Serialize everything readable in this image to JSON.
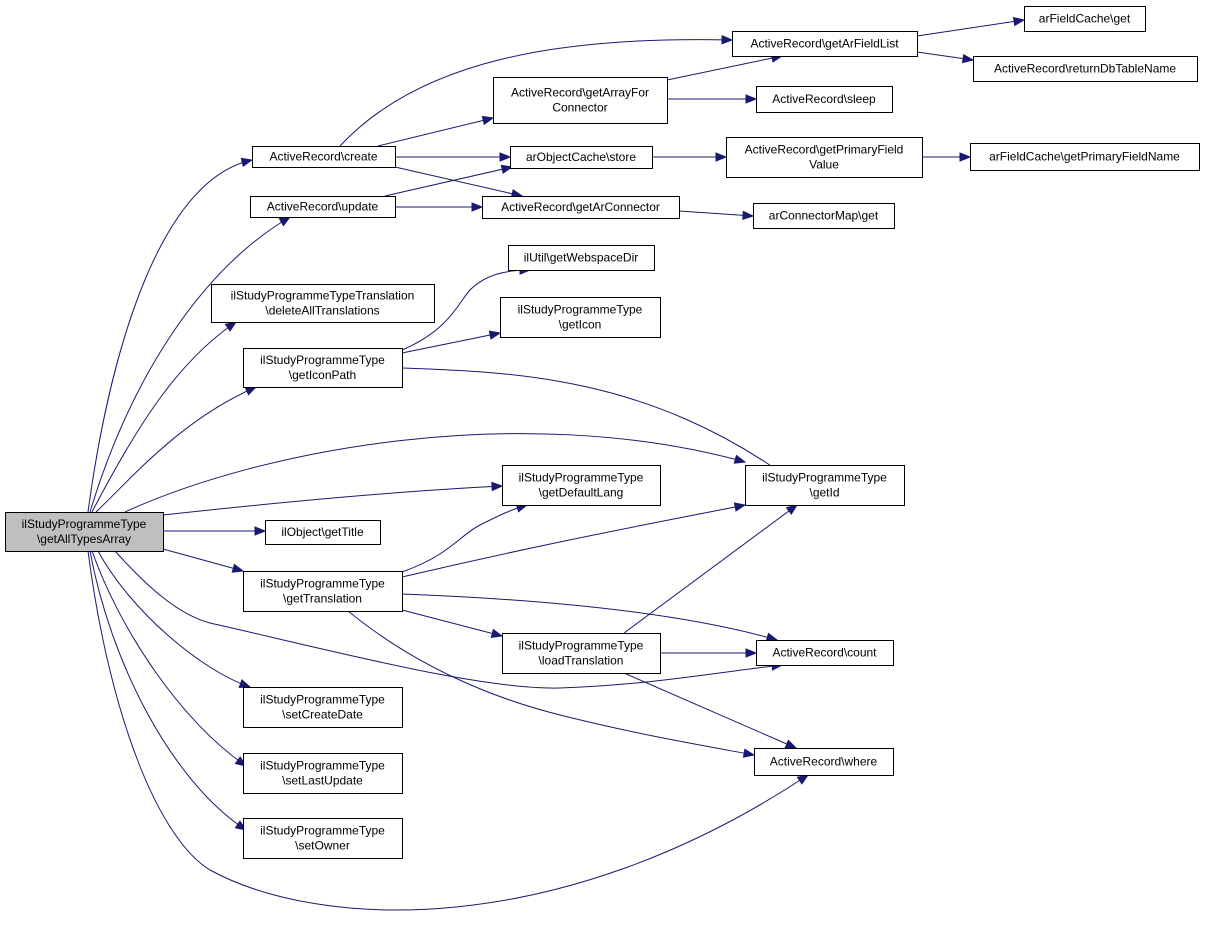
{
  "diagram": {
    "type": "call-graph",
    "colors": {
      "edge": "#191970",
      "root_fill": "#bfbfbf",
      "node_fill": "#ffffff",
      "node_border": "#000000"
    },
    "nodes": [
      {
        "id": "root",
        "lines": [
          "ilStudyProgrammeType",
          "\\getAllTypesArray"
        ]
      },
      {
        "id": "create",
        "lines": [
          "ActiveRecord\\create"
        ]
      },
      {
        "id": "update",
        "lines": [
          "ActiveRecord\\update"
        ]
      },
      {
        "id": "delAll",
        "lines": [
          "ilStudyProgrammeTypeTranslation",
          "\\deleteAllTranslations"
        ]
      },
      {
        "id": "getIconPath",
        "lines": [
          "ilStudyProgrammeType",
          "\\getIconPath"
        ]
      },
      {
        "id": "getTitle",
        "lines": [
          "ilObject\\getTitle"
        ]
      },
      {
        "id": "getTranslation",
        "lines": [
          "ilStudyProgrammeType",
          "\\getTranslation"
        ]
      },
      {
        "id": "setCreateDate",
        "lines": [
          "ilStudyProgrammeType",
          "\\setCreateDate"
        ]
      },
      {
        "id": "setLastUpdate",
        "lines": [
          "ilStudyProgrammeType",
          "\\setLastUpdate"
        ]
      },
      {
        "id": "setOwner",
        "lines": [
          "ilStudyProgrammeType",
          "\\setOwner"
        ]
      },
      {
        "id": "getArrayFor",
        "lines": [
          "ActiveRecord\\getArrayFor",
          "Connector"
        ]
      },
      {
        "id": "store",
        "lines": [
          "arObjectCache\\store"
        ]
      },
      {
        "id": "getArConnector",
        "lines": [
          "ActiveRecord\\getArConnector"
        ]
      },
      {
        "id": "getWebspaceDir",
        "lines": [
          "ilUtil\\getWebspaceDir"
        ]
      },
      {
        "id": "getIcon",
        "lines": [
          "ilStudyProgrammeType",
          "\\getIcon"
        ]
      },
      {
        "id": "getDefaultLang",
        "lines": [
          "ilStudyProgrammeType",
          "\\getDefaultLang"
        ]
      },
      {
        "id": "loadTranslation",
        "lines": [
          "ilStudyProgrammeType",
          "\\loadTranslation"
        ]
      },
      {
        "id": "getArFieldList",
        "lines": [
          "ActiveRecord\\getArFieldList"
        ]
      },
      {
        "id": "sleep",
        "lines": [
          "ActiveRecord\\sleep"
        ]
      },
      {
        "id": "getPrimaryFieldValue",
        "lines": [
          "ActiveRecord\\getPrimaryField",
          "Value"
        ]
      },
      {
        "id": "arConnectorMapGet",
        "lines": [
          "arConnectorMap\\get"
        ]
      },
      {
        "id": "getId",
        "lines": [
          "ilStudyProgrammeType",
          "\\getId"
        ]
      },
      {
        "id": "count",
        "lines": [
          "ActiveRecord\\count"
        ]
      },
      {
        "id": "where",
        "lines": [
          "ActiveRecord\\where"
        ]
      },
      {
        "id": "arFieldCacheGet",
        "lines": [
          "arFieldCache\\get"
        ]
      },
      {
        "id": "returnDbTableName",
        "lines": [
          "ActiveRecord\\returnDbTableName"
        ]
      },
      {
        "id": "getPrimaryFieldName",
        "lines": [
          "arFieldCache\\getPrimaryFieldName"
        ]
      }
    ],
    "edges": [
      {
        "from": "root",
        "to": "create"
      },
      {
        "from": "root",
        "to": "update"
      },
      {
        "from": "root",
        "to": "delAll"
      },
      {
        "from": "root",
        "to": "getIconPath"
      },
      {
        "from": "root",
        "to": "getId"
      },
      {
        "from": "root",
        "to": "getDefaultLang"
      },
      {
        "from": "root",
        "to": "getTitle"
      },
      {
        "from": "root",
        "to": "getTranslation"
      },
      {
        "from": "root",
        "to": "count"
      },
      {
        "from": "root",
        "to": "setCreateDate"
      },
      {
        "from": "root",
        "to": "setLastUpdate"
      },
      {
        "from": "root",
        "to": "setOwner"
      },
      {
        "from": "root",
        "to": "where"
      },
      {
        "from": "create",
        "to": "getArFieldList"
      },
      {
        "from": "create",
        "to": "getArrayFor"
      },
      {
        "from": "create",
        "to": "store"
      },
      {
        "from": "create",
        "to": "getArConnector"
      },
      {
        "from": "update",
        "to": "store"
      },
      {
        "from": "update",
        "to": "getArConnector"
      },
      {
        "from": "getArrayFor",
        "to": "getArFieldList"
      },
      {
        "from": "getArrayFor",
        "to": "sleep"
      },
      {
        "from": "getArFieldList",
        "to": "arFieldCacheGet"
      },
      {
        "from": "getArFieldList",
        "to": "returnDbTableName"
      },
      {
        "from": "store",
        "to": "getPrimaryFieldValue"
      },
      {
        "from": "getPrimaryFieldValue",
        "to": "getPrimaryFieldName"
      },
      {
        "from": "getArConnector",
        "to": "arConnectorMapGet"
      },
      {
        "from": "getIconPath",
        "to": "getWebspaceDir"
      },
      {
        "from": "getIconPath",
        "to": "getIcon"
      },
      {
        "from": "getIconPath",
        "to": "getId"
      },
      {
        "from": "getTranslation",
        "to": "getDefaultLang"
      },
      {
        "from": "getTranslation",
        "to": "getId"
      },
      {
        "from": "getTranslation",
        "to": "count"
      },
      {
        "from": "getTranslation",
        "to": "loadTranslation"
      },
      {
        "from": "getTranslation",
        "to": "where"
      },
      {
        "from": "loadTranslation",
        "to": "getId"
      },
      {
        "from": "loadTranslation",
        "to": "count"
      },
      {
        "from": "loadTranslation",
        "to": "where"
      }
    ]
  }
}
